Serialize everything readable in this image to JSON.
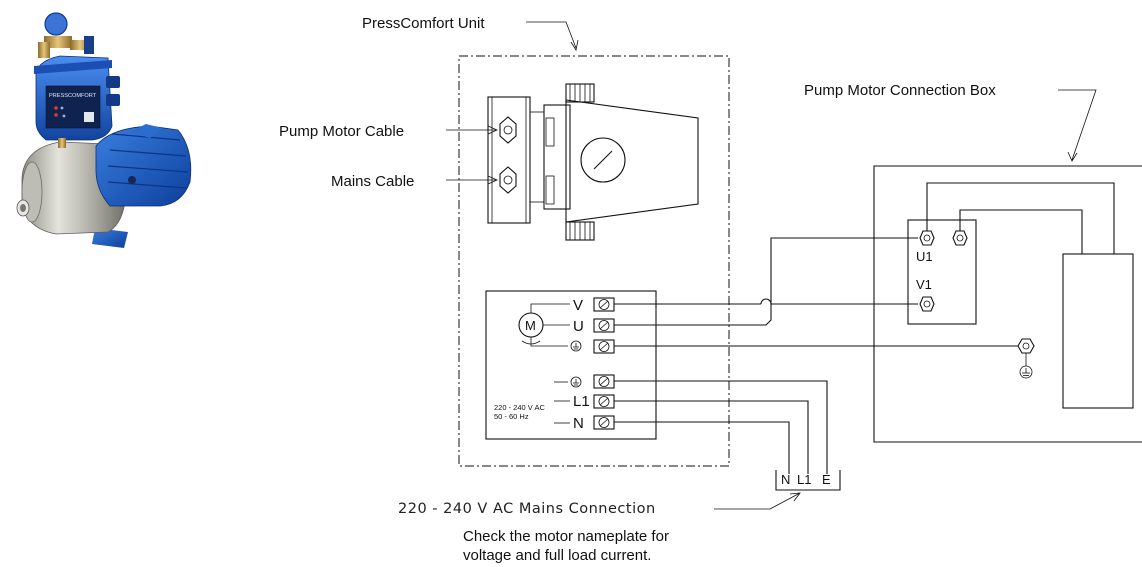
{
  "labels": {
    "unit": "PressComfort Unit",
    "motor_cable": "Pump Motor Cable",
    "mains_cable": "Mains Cable",
    "connection_box": "Pump Motor Connection Box",
    "mains_connection": "220 - 240 V AC Mains Connection",
    "note_line1": "Check the motor nameplate for",
    "note_line2": "voltage and full load current."
  },
  "terminal_block": {
    "v": "V",
    "u": "U",
    "l1": "L1",
    "n": "N",
    "motor_symbol": "M",
    "supply_line1": "220 - 240 V AC",
    "supply_line2": "50 - 60 Hz"
  },
  "motor_box": {
    "u1": "U1",
    "v1": "V1"
  },
  "mains_terminals": {
    "n": "N",
    "l1": "L1",
    "e": "E"
  },
  "product_photo": {
    "brand": "PRESSCOMFORT"
  }
}
